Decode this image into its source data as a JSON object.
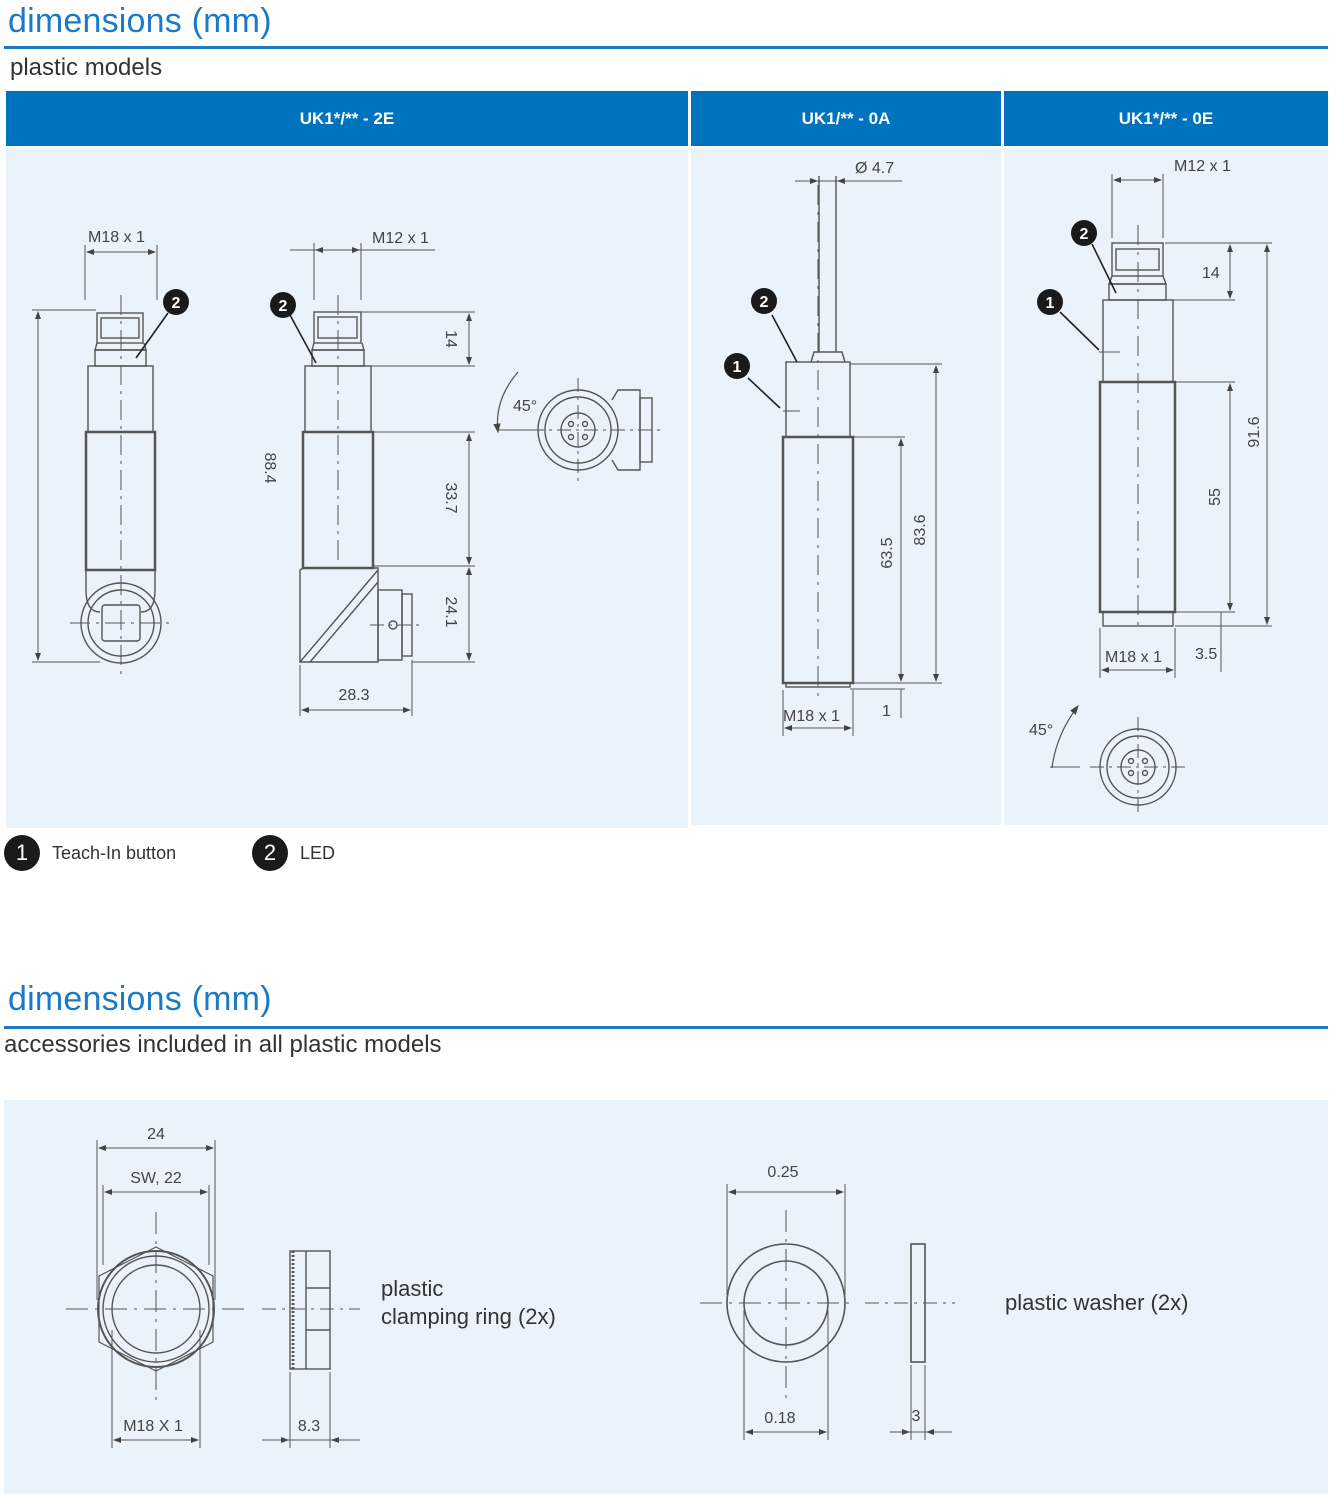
{
  "section1": {
    "title": "dimensions (mm)",
    "subtitle": "plastic models",
    "columns": [
      "UK1*/** - 2E",
      "UK1/** - 0A",
      "UK1*/** - 0E"
    ]
  },
  "drawing_2e": {
    "thread_m18": "M18 x 1",
    "thread_m12": "M12 x 1",
    "dim_14": "14",
    "dim_88_4": "88.4",
    "dim_33_7": "33.7",
    "dim_24_1": "24.1",
    "dim_28_3": "28.3",
    "angle_45": "45°"
  },
  "drawing_0a": {
    "dia_4_7": "Ø 4.7",
    "dim_63_5": "63.5",
    "dim_83_6": "83.6",
    "thread_m18": "M18 x 1",
    "dim_1": "1"
  },
  "drawing_0e": {
    "thread_m12": "M12 x 1",
    "dim_14": "14",
    "dim_91_6": "91.6",
    "dim_55": "55",
    "thread_m18": "M18 x 1",
    "dim_3_5": "3.5",
    "angle_45": "45°"
  },
  "legend": [
    {
      "num": "1",
      "label": "Teach-In button"
    },
    {
      "num": "2",
      "label": "LED"
    }
  ],
  "section2": {
    "title": "dimensions (mm)",
    "subtitle": "accessories included in all plastic models"
  },
  "accessories": {
    "dim_24": "24",
    "dim_sw22": "SW, 22",
    "thread_m18": "M18 X 1",
    "dim_8_3": "8.3",
    "ring_label_1": "plastic",
    "ring_label_2": "clamping ring (2x)",
    "dim_0_25": "0.25",
    "dim_0_18": "0.18",
    "dim_3": "3",
    "washer_label": "plastic washer (2x)"
  }
}
